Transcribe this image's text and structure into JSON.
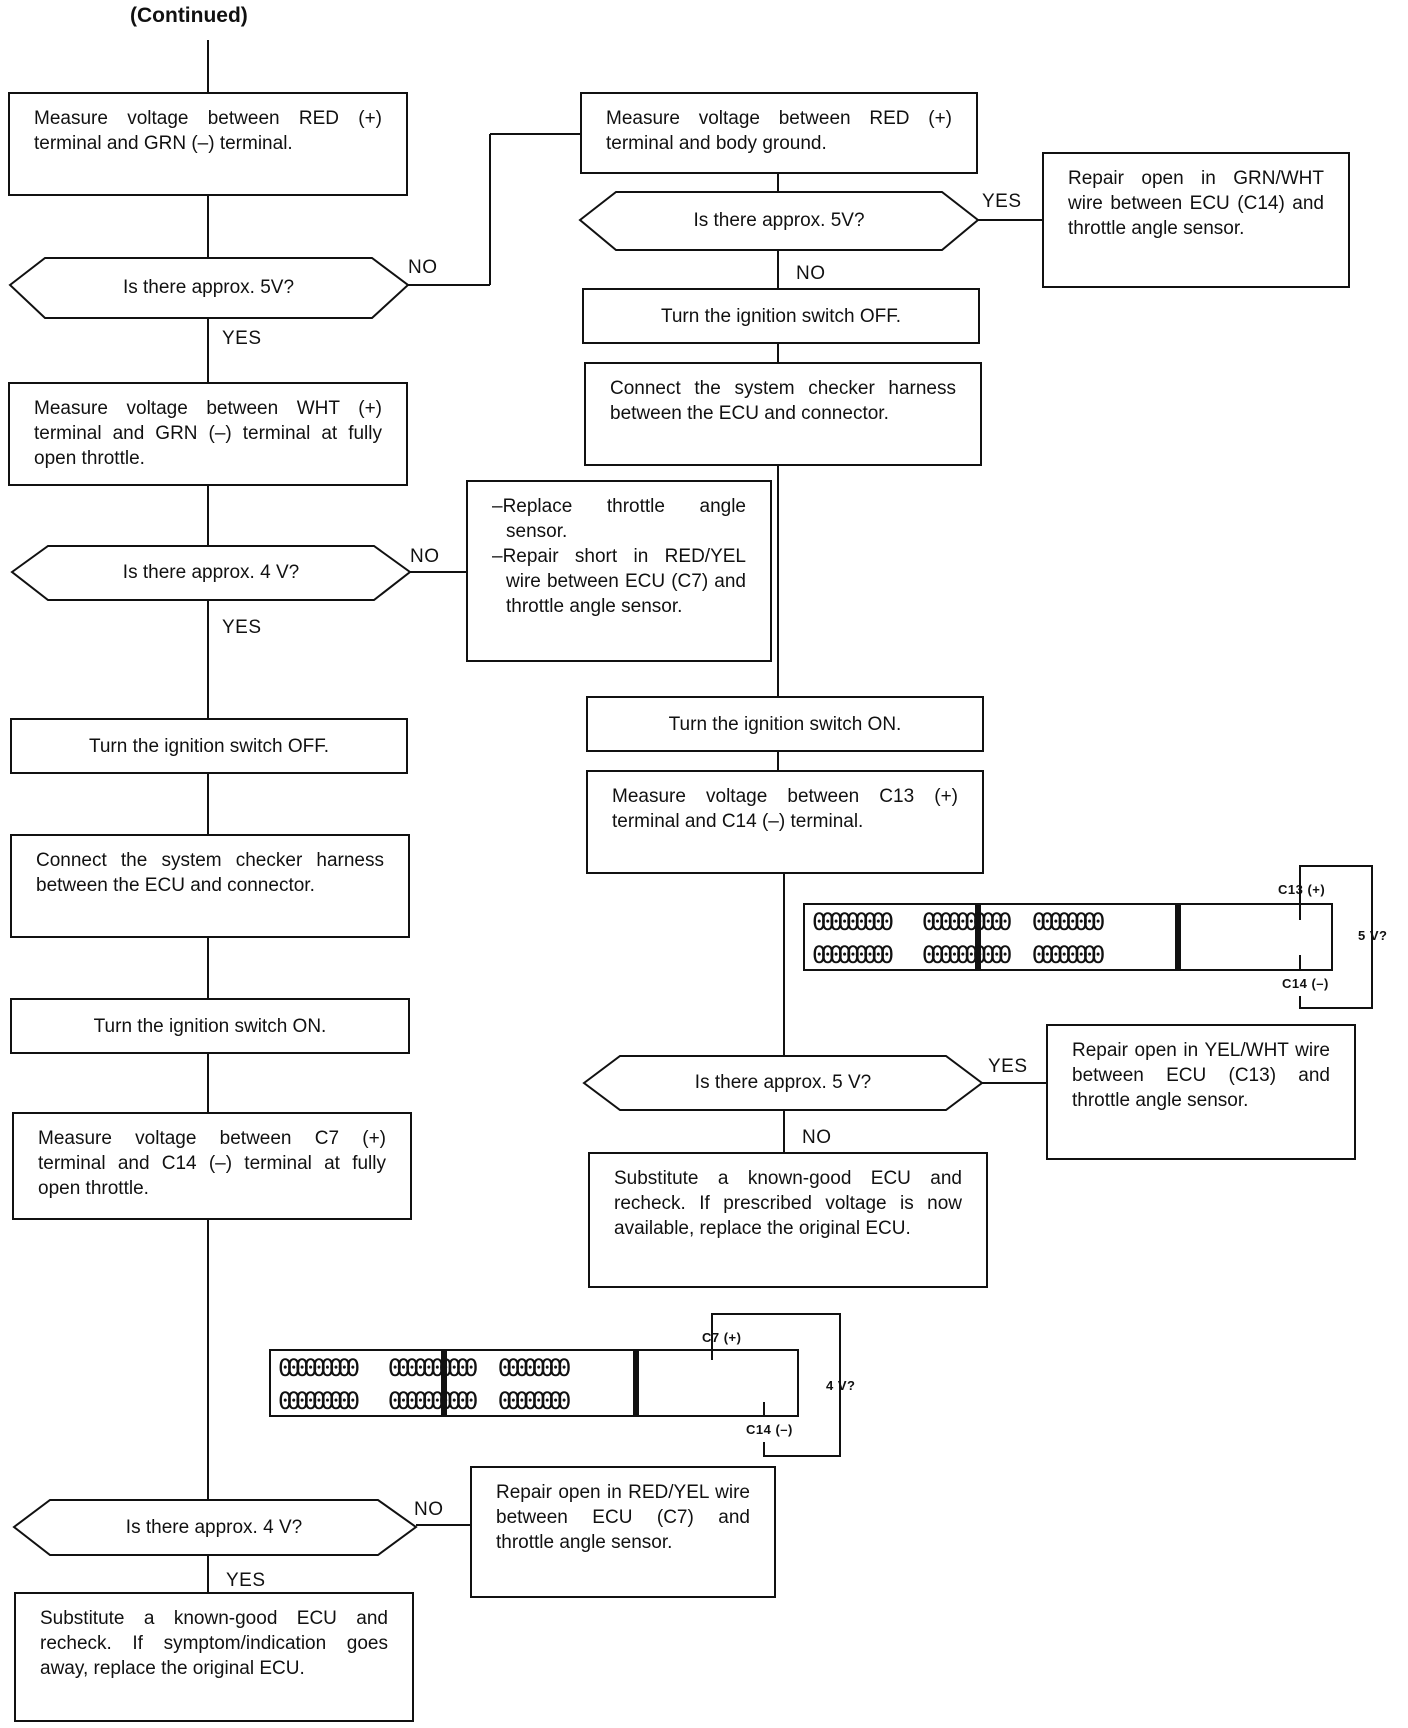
{
  "title": "(Continued)",
  "left_column": {
    "measure_red_grn": "Measure voltage between RED (+) terminal and GRN (–) terminal.",
    "q_5v": "Is there approx. 5V?",
    "measure_wht_grn": "Measure voltage between WHT (+) terminal and GRN (–) terminal at fully open throttle.",
    "q_4v_a": "Is there approx. 4 V?",
    "ign_off": "Turn the ignition switch OFF.",
    "connect_checker": "Connect the system checker harness between the ECU and connector.",
    "ign_on": "Turn the ignition switch ON.",
    "measure_c7_c14": "Measure voltage between C7 (+) terminal and C14 (–) terminal at fully open throttle.",
    "q_4v_b": "Is there approx. 4 V?",
    "substitute_ecu": "Substitute a known-good ECU and recheck. If symptom/indication goes away, replace the original ECU."
  },
  "right_column": {
    "measure_red_ground": "Measure voltage between RED (+) terminal and body ground.",
    "q_5v": "Is there approx. 5V?",
    "repair_grn_wht": "Repair open in GRN/WHT wire between ECU (C14) and throttle angle sensor.",
    "ign_off": "Turn the ignition switch OFF.",
    "connect_checker": "Connect the system checker harness between the ECU and connector.",
    "ign_on": "Turn the ignition switch ON.",
    "measure_c13_c14": "Measure voltage between C13 (+) terminal and C14 (–) terminal.",
    "q_5v_b": "Is there approx. 5 V?",
    "repair_yel_wht": "Repair open in YEL/WHT wire between ECU (C13) and throttle angle sensor.",
    "substitute_ecu": "Substitute a known-good ECU and recheck. If prescribed voltage is now available, replace the original ECU."
  },
  "middle": {
    "replace_items": [
      "–Replace throttle angle sensor.",
      "–Repair short in RED/YEL wire between ECU (C7) and throttle angle sensor."
    ],
    "repair_red_yel": "Repair open in RED/YEL wire between ECU (C7) and throttle angle sensor."
  },
  "labels": {
    "yes": "YES",
    "no": "NO"
  },
  "connector_top": {
    "c13": "C13 (+)",
    "c14": "C14 (–)",
    "volts": "5 V?",
    "row": [
      "000000000",
      "0000000000",
      "00000000"
    ]
  },
  "connector_bottom": {
    "c7": "C7 (+)",
    "c14": "C14 (–)",
    "volts": "4 V?",
    "row": [
      "000000000",
      "0000000000",
      "00000000"
    ]
  }
}
